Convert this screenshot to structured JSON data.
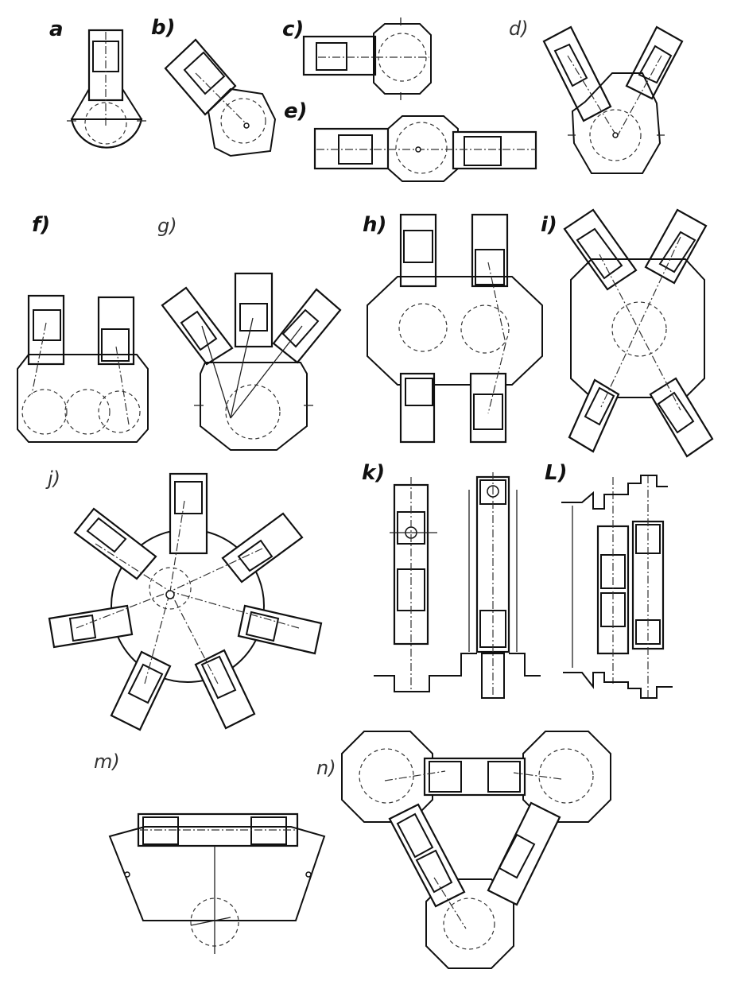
{
  "labels": {
    "a": "a",
    "b": "b)",
    "c": "c)",
    "d": "d)",
    "e": "e)",
    "f": "f)",
    "g": "g)",
    "h": "h)",
    "i": "i)",
    "j": "j)",
    "k": "k)",
    "l": "L)",
    "m": "m)",
    "n": "n)"
  }
}
